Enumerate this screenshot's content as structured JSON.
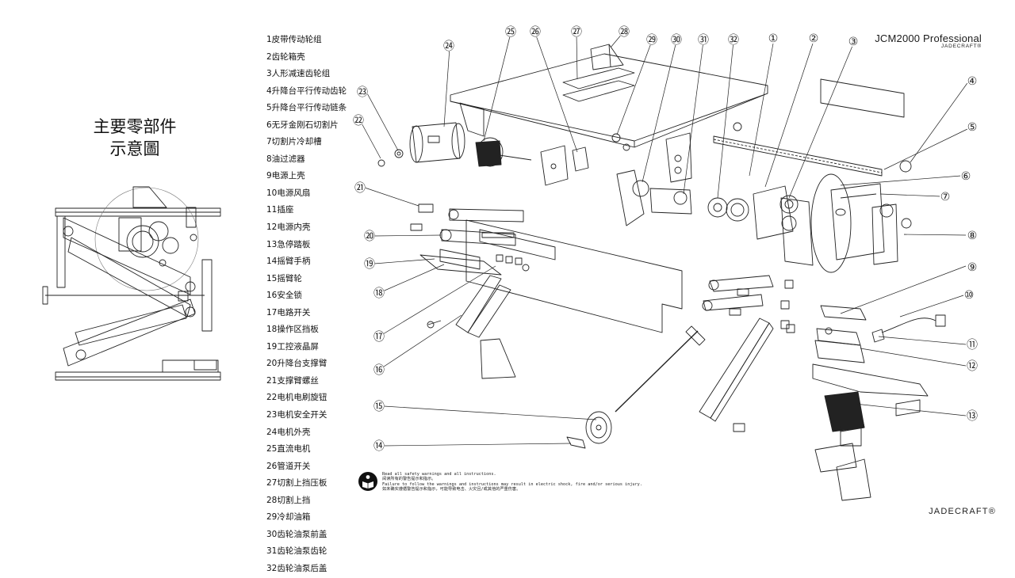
{
  "title_lines": [
    "主要零部件",
    "示意圖"
  ],
  "brand": {
    "model": "JCM2000 Professional",
    "company": "JADECRAFT®",
    "footer": "JADECRAFT®"
  },
  "parts": [
    "1皮带传动轮组",
    "2齿轮箱壳",
    "3人形减速齿轮组",
    "4升降台平行传动齿轮",
    "5升降台平行传动链条",
    "6无牙金刚石切割片",
    "7切割片冷却槽",
    "8油过滤器",
    "9电源上壳",
    "10电源风扇",
    "11插座",
    "12电源内壳",
    "13急停踏板",
    "14摇臂手柄",
    "15摇臂轮",
    "16安全锁",
    "17电路开关",
    "18操作区挡板",
    "19工控液晶屏",
    "20升降台支撑臂",
    "21支撑臂螺丝",
    "22电机电刷旋钮",
    "23电机安全开关",
    "24电机外壳",
    "25直流电机",
    "26管道开关",
    "27切割上挡压板",
    "28切割上挡",
    "29冷却油箱",
    "30齿轮油泵前盖",
    "31齿轮油泵齿轮",
    "32齿轮油泵后盖"
  ],
  "callouts": [
    {
      "label": "①"
    },
    {
      "label": "②"
    },
    {
      "label": "③"
    },
    {
      "label": "④"
    },
    {
      "label": "⑤"
    },
    {
      "label": "⑥"
    },
    {
      "label": "⑦"
    },
    {
      "label": "⑧"
    },
    {
      "label": "⑨"
    },
    {
      "label": "⑩"
    },
    {
      "label": "⑪"
    },
    {
      "label": "⑫"
    },
    {
      "label": "⑬"
    },
    {
      "label": "⑭"
    },
    {
      "label": "⑮"
    },
    {
      "label": "⑯"
    },
    {
      "label": "⑰"
    },
    {
      "label": "⑱"
    },
    {
      "label": "⑲"
    },
    {
      "label": "⑳"
    },
    {
      "label": "㉑"
    },
    {
      "label": "㉒"
    },
    {
      "label": "㉓"
    },
    {
      "label": "㉔"
    },
    {
      "label": "㉕"
    },
    {
      "label": "㉖"
    },
    {
      "label": "㉗"
    },
    {
      "label": "㉘"
    },
    {
      "label": "㉙"
    },
    {
      "label": "㉚"
    },
    {
      "label": "㉛"
    },
    {
      "label": "㉜"
    }
  ],
  "warning": {
    "icon": "read-manual-icon",
    "lines": [
      "Read all safety warnings and all instructions.",
      "阅读所有的警告提示和指示。",
      "Failure to follow the warnings and instructions may result in electric shock, fire and/or serious injury.",
      "如未确实遵循警告提示和指示，可能导致电击、火灾且/或其他的严重伤害。"
    ]
  },
  "colors": {
    "line": "#222222",
    "background": "#ffffff"
  }
}
